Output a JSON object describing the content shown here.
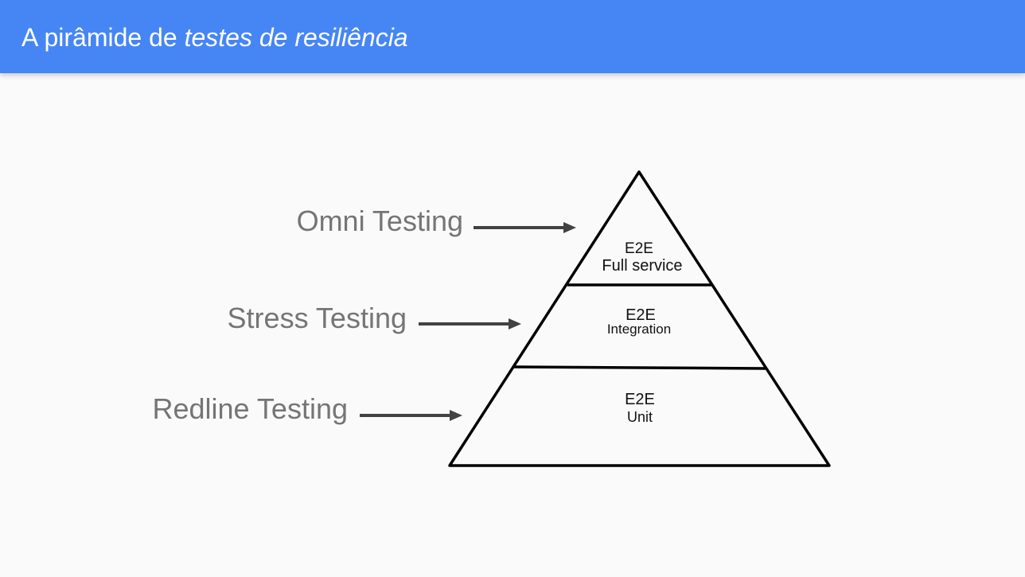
{
  "header": {
    "title_plain": "A pirâmide de ",
    "title_italic": "testes de resiliência",
    "background_color": "#4686f4"
  },
  "test_levels": [
    {
      "label": "Omni Testing"
    },
    {
      "label": "Stress Testing"
    },
    {
      "label": "Redline Testing"
    }
  ],
  "pyramid": {
    "tiers": [
      {
        "line1": "E2E",
        "line2": "Full service"
      },
      {
        "line1": "E2E",
        "line2": "Integration"
      },
      {
        "line1": "E2E",
        "line2": "Unit"
      }
    ]
  },
  "colors": {
    "label_text": "#757575",
    "arrow": "#424242",
    "pyramid_stroke": "#000000"
  }
}
